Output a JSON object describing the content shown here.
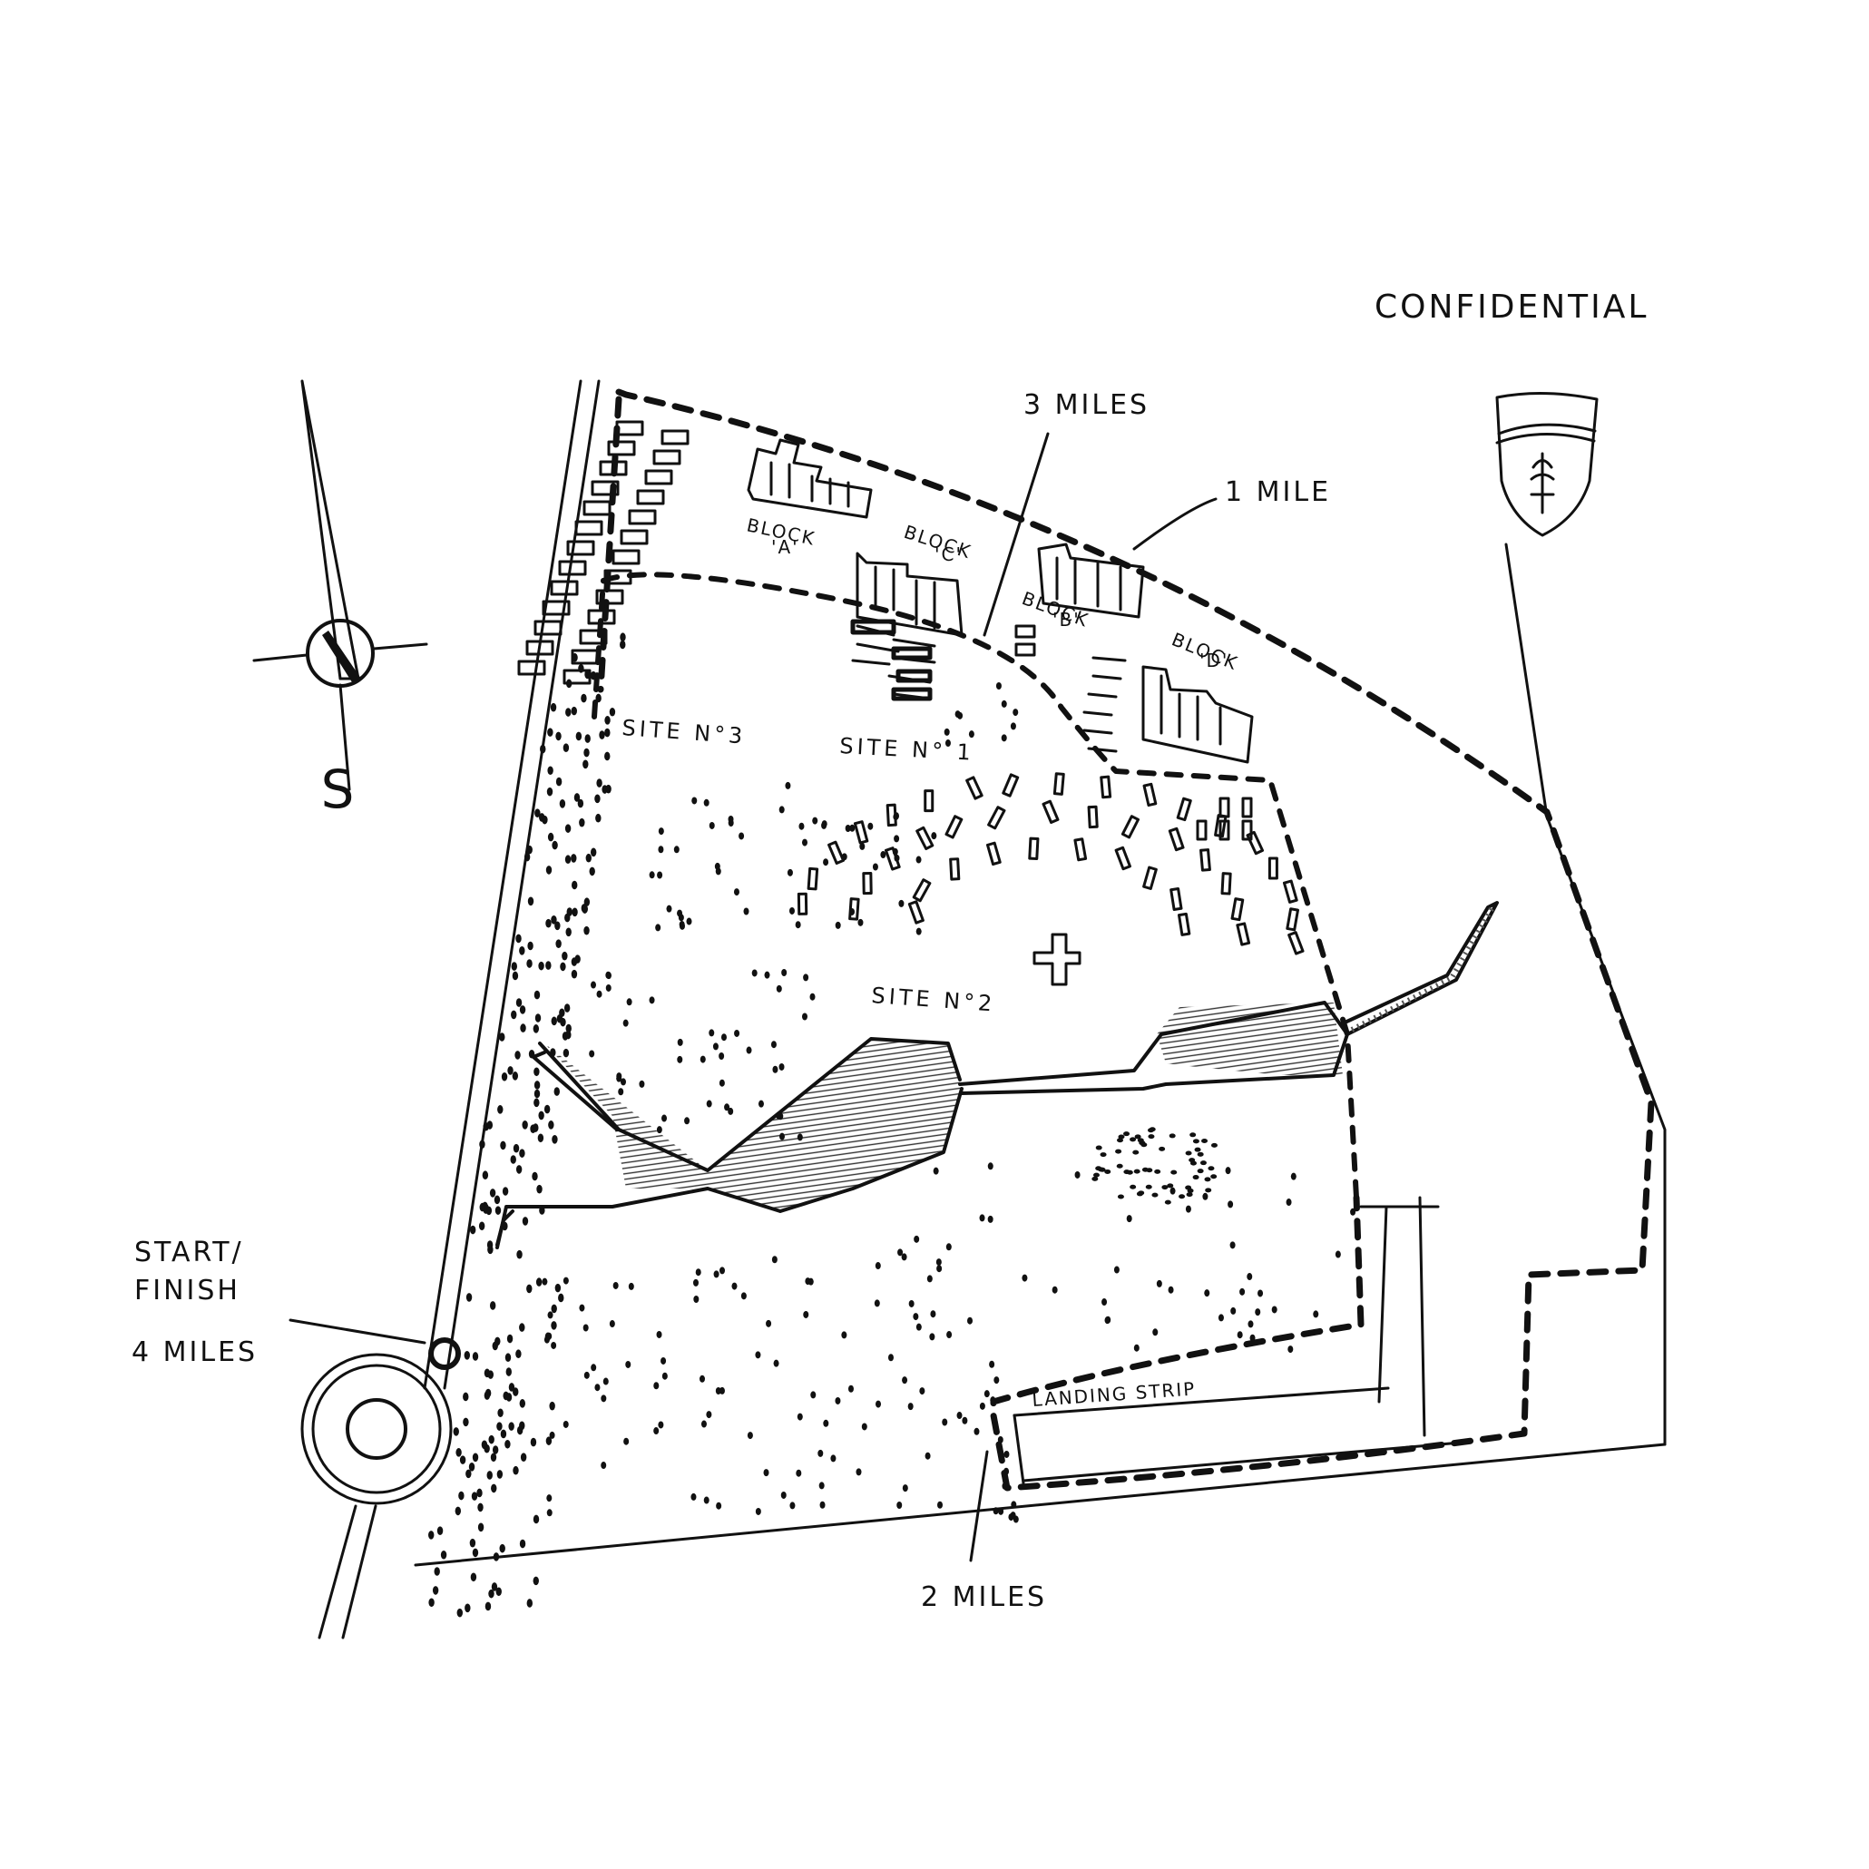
{
  "header": {
    "classification": "CONFIDENTIAL"
  },
  "compass": {
    "south_label": "S"
  },
  "distance_markers": {
    "start_finish": [
      "START/",
      "FINISH"
    ],
    "mile_1": "1 MILE",
    "mile_2": "2 MILES",
    "mile_3": "3 MILES",
    "mile_4": "4 MILES"
  },
  "blocks": [
    {
      "word": "BLOCK",
      "letter": "'A'"
    },
    {
      "word": "BLOCK",
      "letter": "'C'"
    },
    {
      "word": "BLOCK",
      "letter": "'B'"
    },
    {
      "word": "BLOCK",
      "letter": "'D'"
    }
  ],
  "sites": {
    "site_1": "SITE N° 1",
    "site_2": "SITE N°2",
    "site_3": "SITE N°3"
  },
  "landing_strip": "LANDING STRIP",
  "emblem": {
    "name": "shield-insignia"
  }
}
